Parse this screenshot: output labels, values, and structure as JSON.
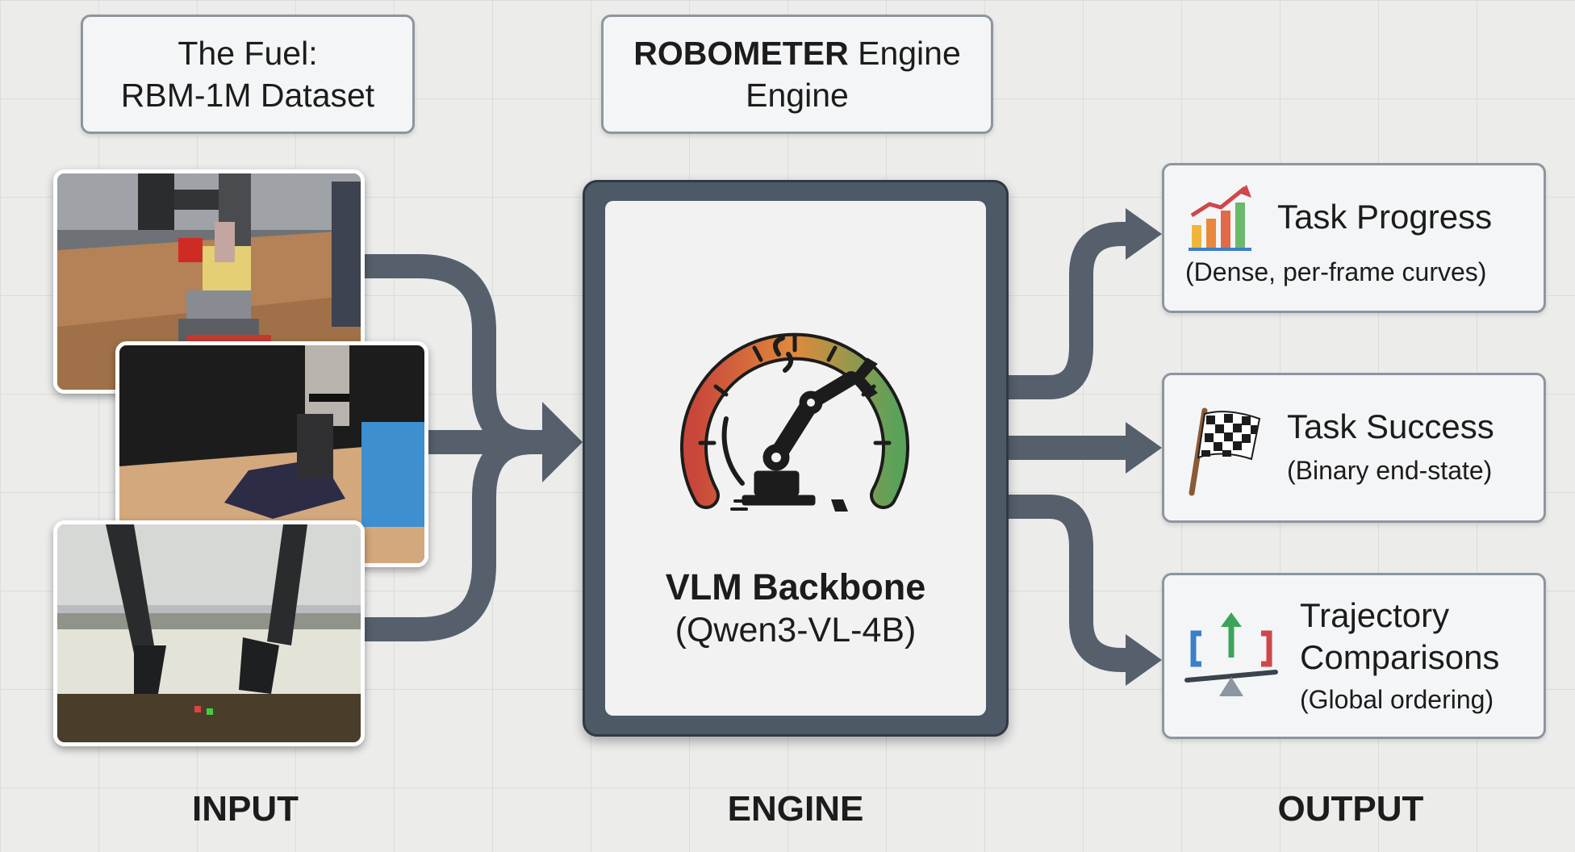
{
  "input": {
    "header_line1": "The Fuel:",
    "header_line2": "RBM-1M Dataset",
    "column_label": "INPUT"
  },
  "engine": {
    "header_bold": "ROBOMETER",
    "header_line1_rest": " Engine",
    "header_line2": "Engine",
    "title": "VLM Backbone",
    "subtitle": "(Qwen3-VL-4B)",
    "column_label": "ENGINE"
  },
  "output": {
    "column_label": "OUTPUT",
    "items": [
      {
        "title": "Task Progress",
        "subtitle": "(Dense, per-frame curves)",
        "icon": "bar-chart-trend-icon"
      },
      {
        "title": "Task Success",
        "subtitle": "(Binary end-state)",
        "icon": "checkered-flag-icon"
      },
      {
        "title_line1": "Trajectory",
        "title_line2": "Comparisons",
        "subtitle": "(Global ordering)",
        "icon": "balance-scale-icon"
      }
    ]
  },
  "colors": {
    "arrow": "#56606c",
    "engine_frame": "#4d5967",
    "box_border": "#8d969f",
    "gauge_red": "#c8463a",
    "gauge_orange": "#e08a3c",
    "gauge_green": "#5aa25a"
  }
}
